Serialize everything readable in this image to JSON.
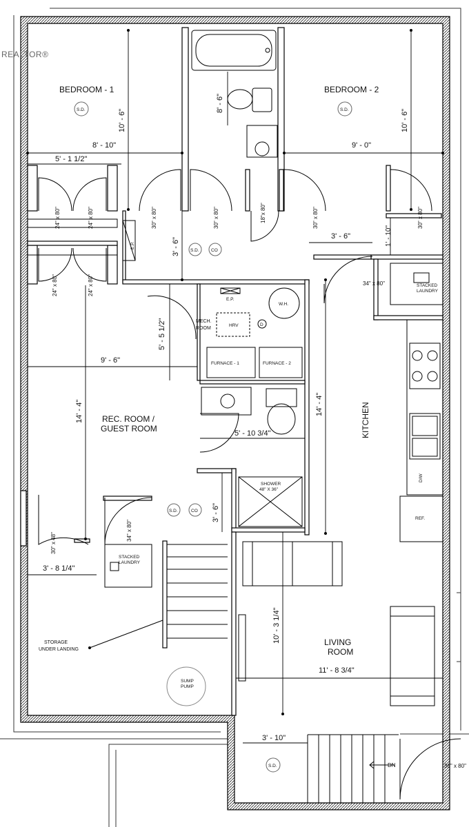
{
  "watermark": "REALTOR®",
  "rooms": {
    "bedroom1": "BEDROOM - 1",
    "bedroom2": "BEDROOM - 2",
    "rec1": "REC. ROOM /",
    "rec2": "GUEST ROOM",
    "kitchen": "KITCHEN",
    "living1": "LIVING",
    "living2": "ROOM",
    "mech1": "MECH.",
    "mech2": "ROOM",
    "storage1": "STORAGE",
    "storage2": "UNDER LANDING"
  },
  "fixtures": {
    "sd": "S.D.",
    "co": "CO",
    "ep": "E.P.",
    "wh": "W.H.",
    "hrv": "HRV",
    "d": "D",
    "furnace1": "FURNACE - 1",
    "furnace2": "FURNACE - 2",
    "shower1": "SHOWER",
    "shower2": "48\" X 36\"",
    "stacked": "STACKED",
    "laundry": "LAUNDRY",
    "sump1": "SUMP",
    "sump2": "PUMP",
    "dw": "D/W",
    "ref": "REF.",
    "dn": "DN"
  },
  "doors": {
    "d24x80": "24\" x 80\"",
    "d30x80": "30\" x 80\"",
    "d18x80": "18\"x 80\"",
    "d34x80": "34\" x 80\"",
    "d30x48": "30\" x 48\"",
    "d36x80": "36\" x 80\""
  },
  "dimensions": {
    "bed1_depth": "10' - 6\"",
    "bed1_width": "8' - 10\"",
    "closet_width": "5' - 1 1/2\"",
    "bath_depth": "8' - 6\"",
    "bed2_depth": "10' - 6\"",
    "bed2_width": "9' - 0\"",
    "hall_depth": "3' - 6\"",
    "hall_width": "3' - 6\"",
    "laundry_nook": "1' - 10\"",
    "mech_offset": "5' - 5 1/2\"",
    "rec_width": "9' - 6\"",
    "rec_depth": "14' - 4\"",
    "kitchen_depth": "14' - 4\"",
    "bath2_width": "5' - 10 3/4\"",
    "hall2_depth": "3' - 6\"",
    "storage_width": "3' - 8 1/4\"",
    "living_depth": "10' - 3 1/4\"",
    "living_width": "11' - 8 3/4\"",
    "entry_width": "3' - 10\""
  }
}
